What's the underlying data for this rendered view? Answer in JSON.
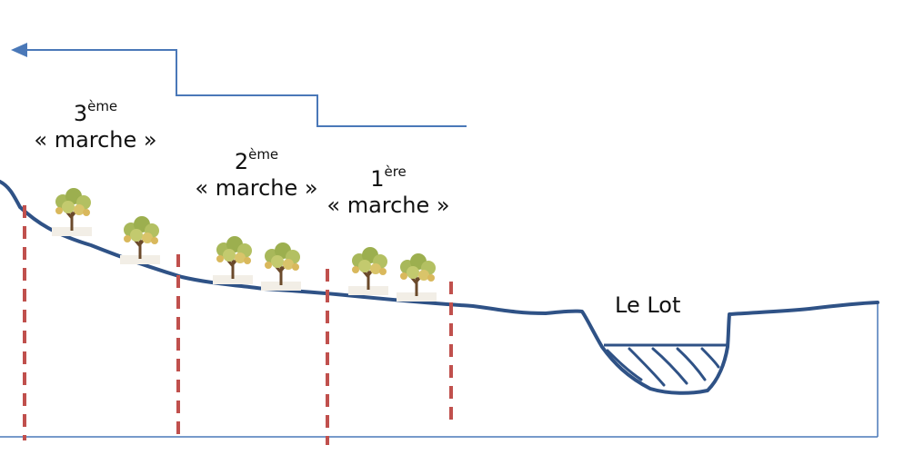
{
  "terraces": [
    {
      "number": "3",
      "suffix": "ème",
      "word": "« marche »"
    },
    {
      "number": "2",
      "suffix": "ème",
      "word": "« marche »"
    },
    {
      "number": "1",
      "suffix": "ère",
      "word": "« marche »"
    }
  ],
  "river": {
    "label": "Le Lot"
  },
  "colors": {
    "ground": "#2f5286",
    "flow_arrow": "#4a78b8",
    "boundary": "#c0504d",
    "water": "#2f5286",
    "tree_leaf": "#a8b85a",
    "tree_trunk": "#6b4a2b"
  }
}
